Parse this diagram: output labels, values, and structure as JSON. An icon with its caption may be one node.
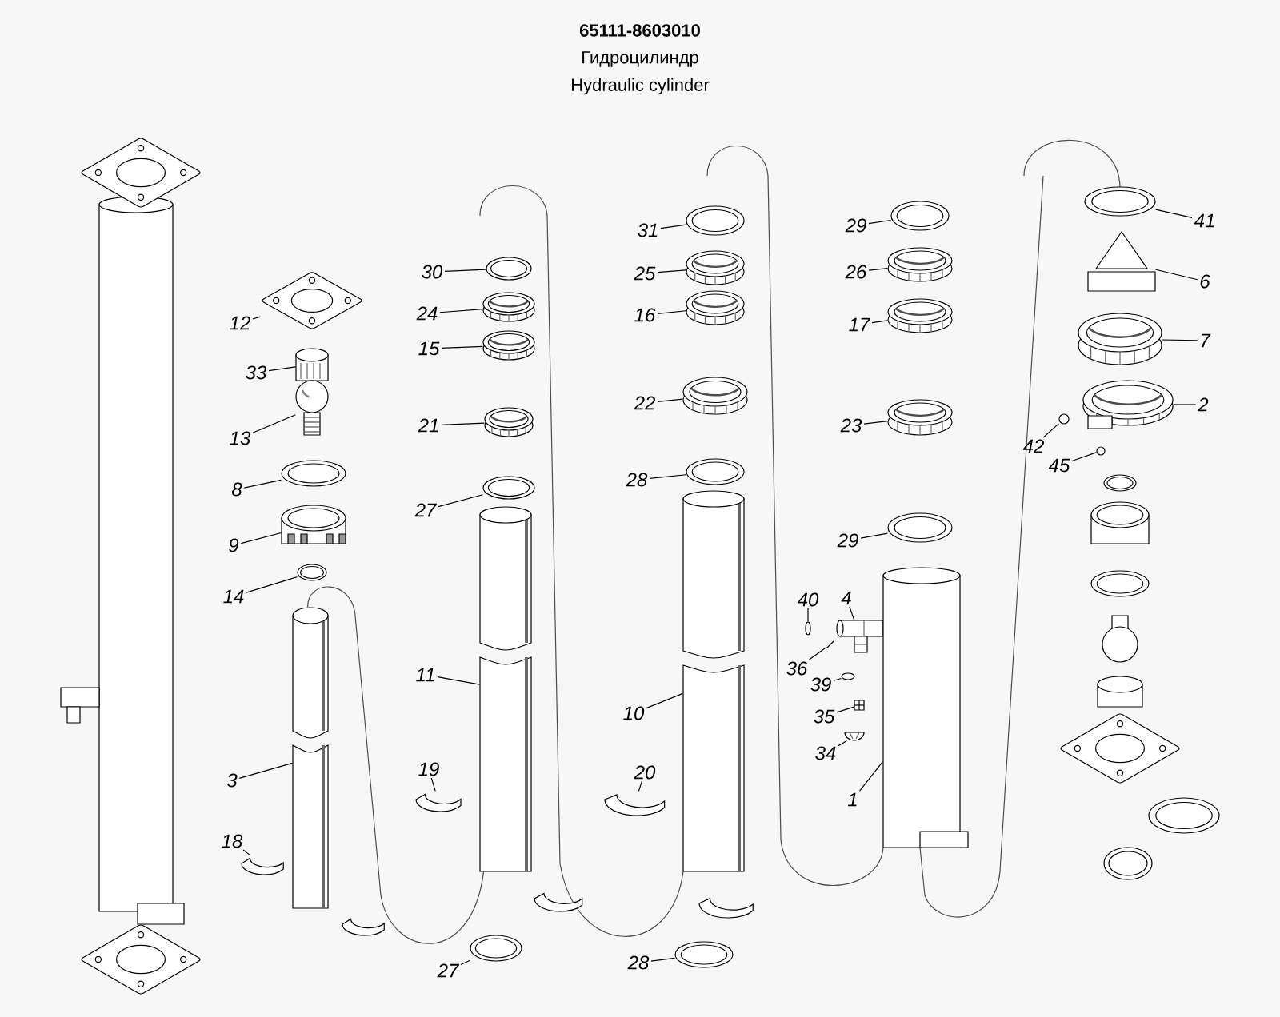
{
  "diagram": {
    "title": "65111-8603010",
    "nodes": [
      {
        "text": [
          "12"
        ]
      },
      {
        "text": [
          "33"
        ]
      },
      {
        "text": [
          "13"
        ]
      },
      {
        "text": [
          "8"
        ]
      },
      {
        "text": [
          "9"
        ]
      },
      {
        "text": [
          "14"
        ]
      },
      {
        "text": [
          "3"
        ]
      },
      {
        "text": [
          "18"
        ]
      },
      {
        "text": [
          "30"
        ]
      },
      {
        "text": [
          "24"
        ]
      },
      {
        "text": [
          "15"
        ]
      },
      {
        "text": [
          "21"
        ]
      },
      {
        "text": [
          "27"
        ]
      },
      {
        "text": [
          "11"
        ]
      },
      {
        "text": [
          "19"
        ]
      },
      {
        "text": [
          "27"
        ]
      },
      {
        "text": [
          "31"
        ]
      },
      {
        "text": [
          "25"
        ]
      },
      {
        "text": [
          "16"
        ]
      },
      {
        "text": [
          "22"
        ]
      },
      {
        "text": [
          "28"
        ]
      },
      {
        "text": [
          "10"
        ]
      },
      {
        "text": [
          "20"
        ]
      },
      {
        "text": [
          "28"
        ]
      },
      {
        "text": [
          "29"
        ]
      },
      {
        "text": [
          "26"
        ]
      },
      {
        "text": [
          "17"
        ]
      },
      {
        "text": [
          "23"
        ]
      },
      {
        "text": [
          "29"
        ]
      },
      {
        "text": [
          "40"
        ]
      },
      {
        "text": [
          "4"
        ]
      },
      {
        "text": [
          "36"
        ]
      },
      {
        "text": [
          "39"
        ]
      },
      {
        "text": [
          "35"
        ]
      },
      {
        "text": [
          "34"
        ]
      },
      {
        "text": [
          "1"
        ]
      },
      {
        "text": [
          "41"
        ]
      },
      {
        "text": [
          "6"
        ]
      },
      {
        "text": [
          "7"
        ]
      },
      {
        "text": [
          "2"
        ]
      },
      {
        "text": [
          "42"
        ]
      },
      {
        "text": [
          "45"
        ]
      },
      {
        "text": [],
        "shape": "picture"
      },
      {
        "text": [],
        "shape": "picture"
      },
      {
        "text": [],
        "shape": "picture"
      },
      {
        "text": [],
        "shape": "picture"
      },
      {
        "text": [],
        "shape": "picture"
      },
      {
        "text": [],
        "shape": "picture"
      },
      {
        "text": [],
        "shape": "picture"
      },
      {
        "text": [],
        "shape": "picture"
      },
      {
        "text": [],
        "shape": "picture"
      },
      {
        "text": [],
        "shape": "picture"
      },
      {
        "text": [],
        "shape": "picture"
      },
      {
        "text": [],
        "shape": "picture"
      },
      {
        "text": [],
        "shape": "picture"
      },
      {
        "text": [],
        "shape": "picture"
      },
      {
        "text": [],
        "shape": "picture"
      },
      {
        "text": [],
        "shape": "picture"
      },
      {
        "text": [],
        "shape": "picture"
      },
      {
        "text": [],
        "shape": "picture"
      },
      {
        "text": [],
        "shape": "picture"
      },
      {
        "text": [],
        "shape": "picture"
      },
      {
        "text": [],
        "shape": "picture"
      },
      {
        "text": [],
        "shape": "picture"
      },
      {
        "text": [],
        "shape": "picture"
      },
      {
        "text": [],
        "shape": "picture"
      },
      {
        "text": [],
        "shape": "picture"
      },
      {
        "text": [],
        "shape": "picture"
      },
      {
        "text": [],
        "shape": "picture"
      },
      {
        "text": [],
        "shape": "picture"
      },
      {
        "text": [],
        "shape": "picture"
      },
      {
        "text": [],
        "shape": "picture"
      },
      {
        "text": [],
        "shape": "picture"
      },
      {
        "text": [],
        "shape": "picture"
      },
      {
        "text": [],
        "shape": "picture"
      },
      {
        "text": [],
        "shape": "picture"
      },
      {
        "text": [],
        "shape": "picture"
      },
      {
        "text": [],
        "shape": "picture"
      },
      {
        "text": [],
        "shape": "picture"
      },
      {
        "text": [],
        "shape": "picture"
      },
      {
        "text": [],
        "shape": "picture"
      },
      {
        "text": [],
        "shape": "picture"
      },
      {
        "text": [],
        "shape": "picture"
      },
      {
        "text": [],
        "shape": "picture"
      }
    ],
    "edges": [
      {
        "from": 0,
        "to": 42,
        "arrow": "none"
      },
      {
        "from": 1,
        "to": 43,
        "arrow": "none"
      },
      {
        "from": 2,
        "to": 44,
        "arrow": "none"
      },
      {
        "from": 3,
        "to": 45,
        "arrow": "none"
      },
      {
        "from": 4,
        "to": 46,
        "arrow": "none"
      },
      {
        "from": 5,
        "to": 47,
        "arrow": "none"
      },
      {
        "from": 6,
        "to": 48,
        "arrow": "none"
      },
      {
        "from": 7,
        "to": 49,
        "arrow": "none"
      },
      {
        "from": 8,
        "to": 50,
        "arrow": "none"
      },
      {
        "from": 9,
        "to": 51,
        "arrow": "none"
      },
      {
        "from": 10,
        "to": 52,
        "arrow": "none"
      },
      {
        "from": 11,
        "to": 53,
        "arrow": "none"
      },
      {
        "from": 12,
        "to": 54,
        "arrow": "none"
      },
      {
        "from": 13,
        "to": 55,
        "arrow": "none"
      },
      {
        "from": 14,
        "to": 56,
        "arrow": "none"
      },
      {
        "from": 15,
        "to": 57,
        "arrow": "none"
      },
      {
        "from": 16,
        "to": 58,
        "arrow": "none"
      },
      {
        "from": 17,
        "to": 59,
        "arrow": "none"
      },
      {
        "from": 18,
        "to": 60,
        "arrow": "none"
      },
      {
        "from": 19,
        "to": 61,
        "arrow": "none"
      },
      {
        "from": 20,
        "to": 62,
        "arrow": "none"
      },
      {
        "from": 21,
        "to": 63,
        "arrow": "none"
      },
      {
        "from": 22,
        "to": 64,
        "arrow": "none"
      },
      {
        "from": 23,
        "to": 65,
        "arrow": "none"
      },
      {
        "from": 24,
        "to": 66,
        "arrow": "none"
      },
      {
        "from": 25,
        "to": 67,
        "arrow": "none"
      },
      {
        "from": 26,
        "to": 68,
        "arrow": "none"
      },
      {
        "from": 27,
        "to": 69,
        "arrow": "none"
      },
      {
        "from": 28,
        "to": 70,
        "arrow": "none"
      },
      {
        "from": 29,
        "to": 71,
        "arrow": "none"
      },
      {
        "from": 30,
        "to": 72,
        "arrow": "none"
      },
      {
        "from": 31,
        "to": 73,
        "arrow": "none"
      },
      {
        "from": 32,
        "to": 74,
        "arrow": "none"
      },
      {
        "from": 33,
        "to": 75,
        "arrow": "none"
      },
      {
        "from": 34,
        "to": 76,
        "arrow": "none"
      },
      {
        "from": 35,
        "to": 77,
        "arrow": "none"
      },
      {
        "from": 36,
        "to": 78,
        "arrow": "none"
      },
      {
        "from": 37,
        "to": 79,
        "arrow": "none"
      },
      {
        "from": 38,
        "to": 80,
        "arrow": "none"
      },
      {
        "from": 39,
        "to": 81,
        "arrow": "none"
      },
      {
        "from": 40,
        "to": 82,
        "arrow": "none"
      },
      {
        "from": 41,
        "to": 83,
        "arrow": "none"
      },
      {
        "from": 48,
        "to": 55,
        "arrow": "none",
        "color": "#4d4d4d"
      }
    ],
    "labels": [
      "Гидроцилиндр",
      "Hydraulic cylinder"
    ]
  }
}
